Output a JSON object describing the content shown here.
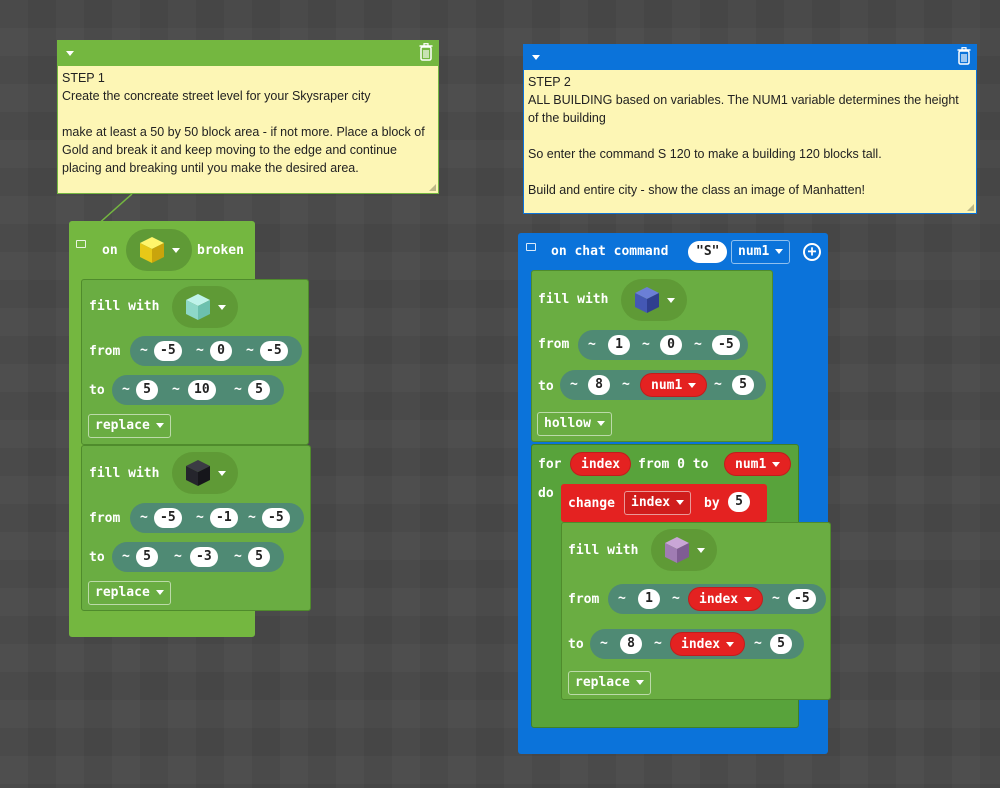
{
  "colors": {
    "event_green": "#74b740",
    "block_green": "#6aad42",
    "block_green_border": "#4f8b2c",
    "pos_teal": "#4f8a74",
    "loop_green": "#58a33b",
    "var_red": "#e42221",
    "event_blue": "#0b73da",
    "comment_yellow": "#fdf6b5"
  },
  "comment1": {
    "text": "STEP 1\nCreate the concreate street level for your Skysraper city\n\nmake at least a 50 by 50 block area - if not more. Place a block of Gold and break it and keep moving to the edge and continue placing and breaking until you make the desired area.",
    "collapse_icon": "triangle-down-icon",
    "delete_icon": "trash-icon"
  },
  "comment2": {
    "text": "STEP 2\nALL BUILDING based on variables. The NUM1 variable determines the height of the building\n\nSo enter the command S 120 to make a building 120 blocks tall.\n\nBuild and entire city - show the class an image of Manhatten!",
    "collapse_icon": "triangle-down-icon",
    "delete_icon": "trash-icon"
  },
  "script1": {
    "event": {
      "on": "on",
      "block_icon": "gold-block-icon",
      "broken": "broken"
    },
    "fill1": {
      "label": "fill with",
      "block_icon": "diamond-block-icon",
      "from_label": "from",
      "from": [
        "-5",
        "0",
        "-5"
      ],
      "to_label": "to",
      "to": [
        "5",
        "10",
        "5"
      ],
      "tilde": "~",
      "mode": "replace"
    },
    "fill2": {
      "label": "fill with",
      "block_icon": "obsidian-block-icon",
      "from_label": "from",
      "from": [
        "-5",
        "-1",
        "-5"
      ],
      "to_label": "to",
      "to": [
        "5",
        "-3",
        "5"
      ],
      "tilde": "~",
      "mode": "replace"
    }
  },
  "script2": {
    "event": {
      "label": "on chat command",
      "command": "\"S\"",
      "param": "num1"
    },
    "fill1": {
      "label": "fill with",
      "block_icon": "lapis-block-icon",
      "from_label": "from",
      "from": [
        "1",
        "0",
        "-5"
      ],
      "to_label": "to",
      "to": [
        "8",
        "num1",
        "5"
      ],
      "tilde": "~",
      "mode": "hollow"
    },
    "loop": {
      "for": "for",
      "var": "index",
      "from_text": "from 0 to",
      "limit": "num1",
      "do": "do"
    },
    "change": {
      "label": "change",
      "var": "index",
      "by": "by",
      "value": "5"
    },
    "fill2": {
      "label": "fill with",
      "block_icon": "purpur-block-icon",
      "from_label": "from",
      "from": [
        "1",
        "index",
        "-5"
      ],
      "to_label": "to",
      "to": [
        "8",
        "index",
        "5"
      ],
      "tilde": "~",
      "mode": "replace"
    }
  }
}
